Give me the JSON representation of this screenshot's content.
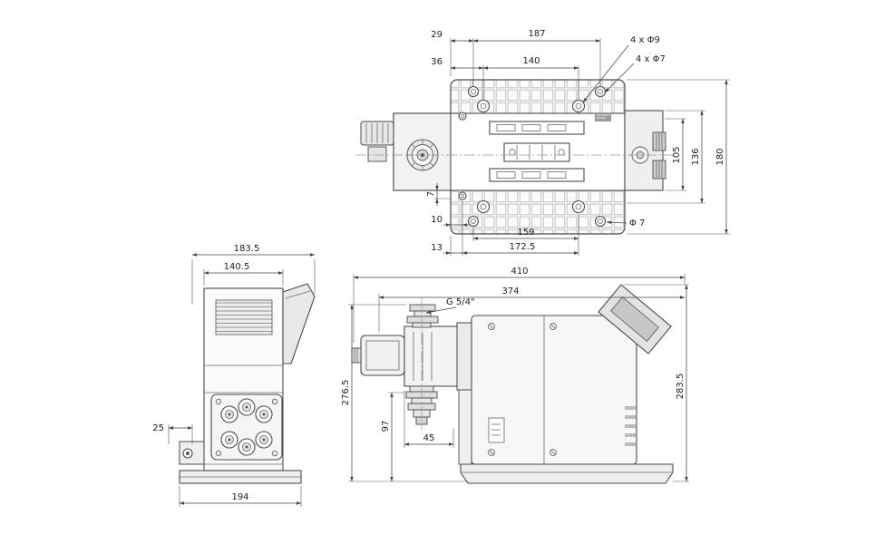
{
  "page": {
    "background": "#ffffff",
    "line_color": "#4a4a4a",
    "dim_color": "#222222"
  },
  "views": {
    "top": {
      "title": "top-view",
      "dims": {
        "d29": "29",
        "d187": "187",
        "d36": "36",
        "d140": "140",
        "holes_9": "4 x Φ9",
        "holes_7": "4 x Φ7",
        "d105": "105",
        "d136": "136",
        "d180": "180",
        "d7": "7",
        "d10": "10",
        "d13": "13",
        "d159": "159",
        "d172_5": "172.5",
        "dia7": "Φ 7"
      }
    },
    "front": {
      "title": "front-view",
      "dims": {
        "d183_5": "183.5",
        "d140_5": "140.5",
        "d25": "25",
        "d194": "194"
      }
    },
    "side": {
      "title": "side-view",
      "dims": {
        "d410": "410",
        "d374": "374",
        "g_thread": "G 5/4\"",
        "d276_5": "276.5",
        "d283_5": "283.5",
        "d97": "97",
        "d45": "45"
      }
    }
  }
}
